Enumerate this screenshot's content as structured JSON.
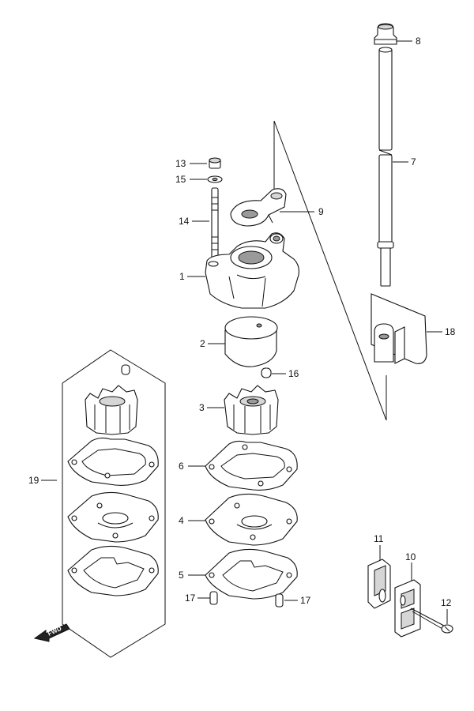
{
  "callouts": [
    {
      "id": "c1",
      "label": "1"
    },
    {
      "id": "c2",
      "label": "2"
    },
    {
      "id": "c3",
      "label": "3"
    },
    {
      "id": "c4",
      "label": "4"
    },
    {
      "id": "c5",
      "label": "5"
    },
    {
      "id": "c6",
      "label": "6"
    },
    {
      "id": "c7",
      "label": "7"
    },
    {
      "id": "c8",
      "label": "8"
    },
    {
      "id": "c9",
      "label": "9"
    },
    {
      "id": "c10",
      "label": "10"
    },
    {
      "id": "c11",
      "label": "11"
    },
    {
      "id": "c12",
      "label": "12"
    },
    {
      "id": "c13",
      "label": "13"
    },
    {
      "id": "c14",
      "label": "14"
    },
    {
      "id": "c15",
      "label": "15"
    },
    {
      "id": "c16",
      "label": "16"
    },
    {
      "id": "c17a",
      "label": "17"
    },
    {
      "id": "c17b",
      "label": "17"
    },
    {
      "id": "c18",
      "label": "18"
    },
    {
      "id": "c19",
      "label": "19"
    }
  ],
  "fwd_badge": "FWD"
}
